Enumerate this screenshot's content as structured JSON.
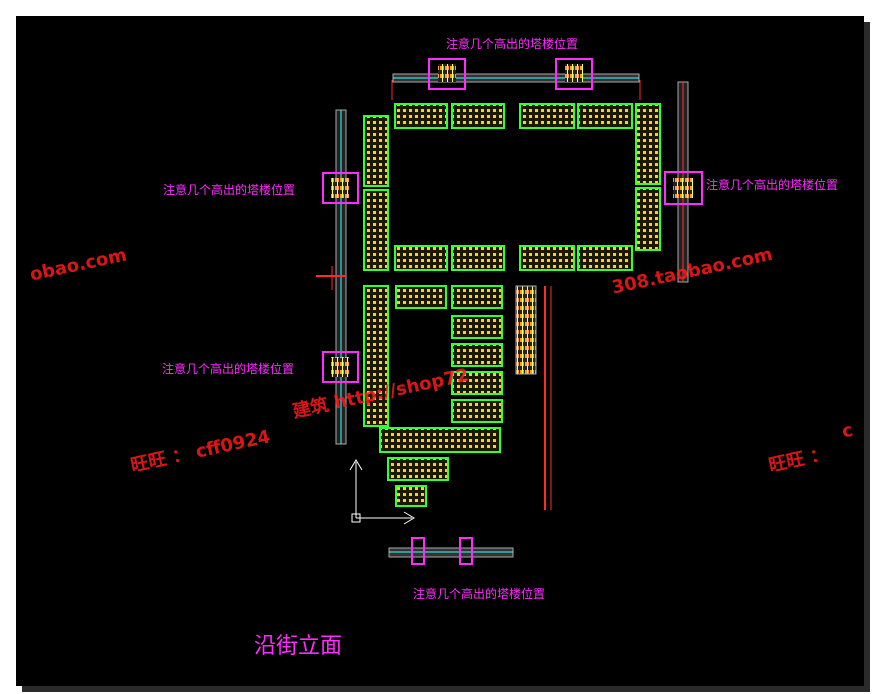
{
  "labels": {
    "tower_note_top": "注意几个高出的塔楼位置",
    "tower_note_left_upper": "注意几个高出的塔楼位置",
    "tower_note_right": "注意几个高出的塔楼位置",
    "tower_note_left_lower": "注意几个高出的塔楼位置",
    "tower_note_bottom": "注意几个高出的塔楼位置",
    "street_elevation": "沿街立面"
  },
  "watermarks": {
    "left_edge": "obao.com",
    "right_taobao": "308.taobao.com",
    "middle_url": "建筑 http://shop72",
    "wangwang_left": "旺旺 ： cff0924",
    "wangwang_right": "旺旺 ：",
    "right_edge": "c"
  },
  "colors": {
    "background": "#000000",
    "annotation": "#ff2bff",
    "building_outline": "#33ff33",
    "building_fill": "#ffcc33",
    "watermark": "#ff1a1a",
    "road": "#ff2a2a",
    "cyan_line": "#33ffff"
  }
}
